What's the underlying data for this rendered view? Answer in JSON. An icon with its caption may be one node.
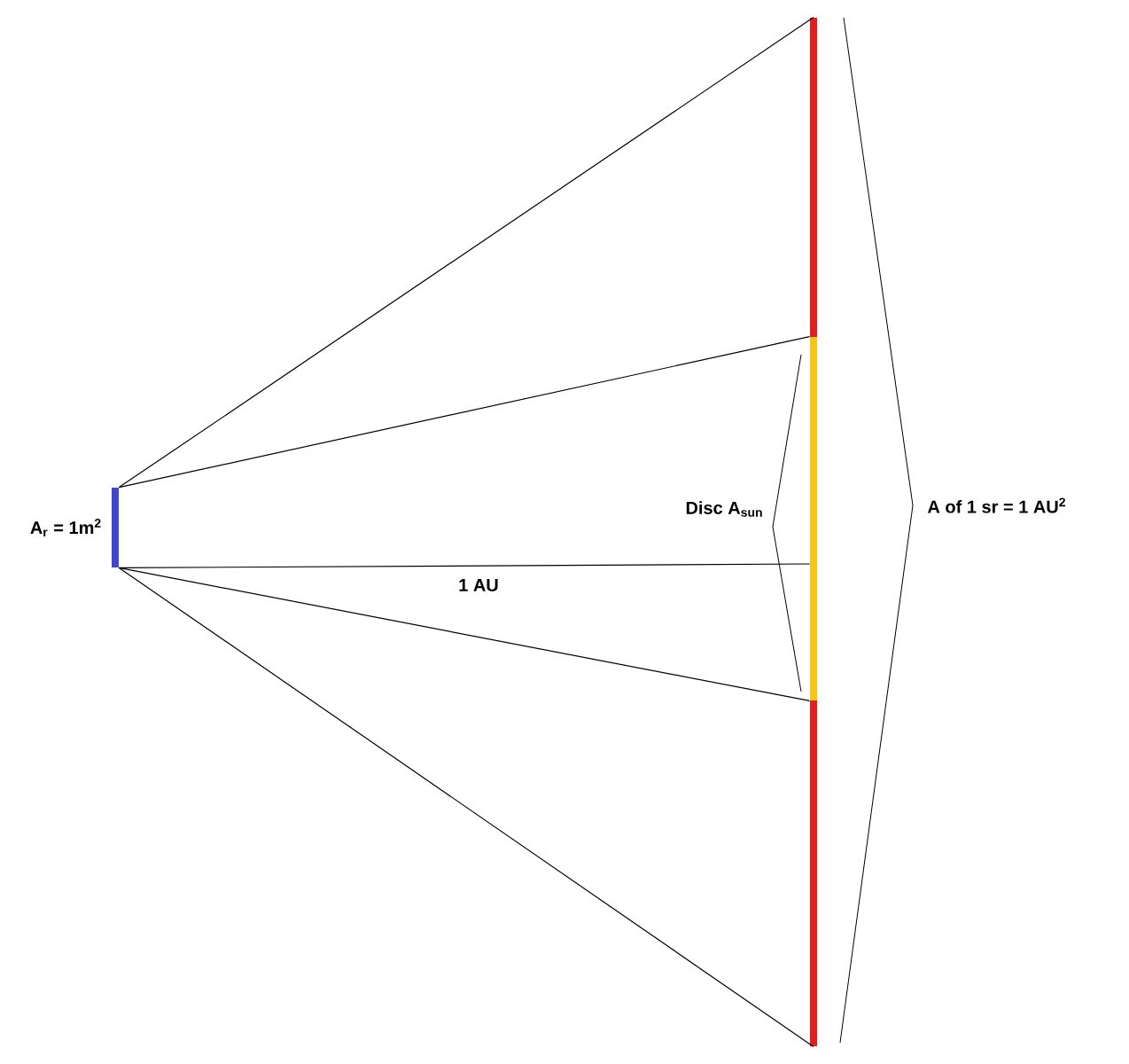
{
  "diagram": {
    "nodes": [
      {
        "text": [],
        "shape": "bar",
        "beside": [
          "A$_{r}$ = 1m$^{2}$"
        ]
      },
      {
        "text": [],
        "shape": "bar"
      },
      {
        "text": [],
        "shape": "bar"
      },
      {
        "text": [],
        "shape": "bar"
      }
    ],
    "edges": [
      {
        "from": 0,
        "to": 1,
        "arrow": "none"
      },
      {
        "from": 0,
        "to": 2,
        "arrow": "none"
      },
      {
        "from": 0,
        "to": 2,
        "arrow": "none",
        "label": "1 AU"
      },
      {
        "from": 0,
        "to": 2,
        "arrow": "none"
      },
      {
        "from": 0,
        "to": 3,
        "arrow": "none"
      }
    ],
    "labels": [
      "Disc A$_{sun}$",
      "A of 1 sr = 1 AU$^{2}$"
    ]
  }
}
